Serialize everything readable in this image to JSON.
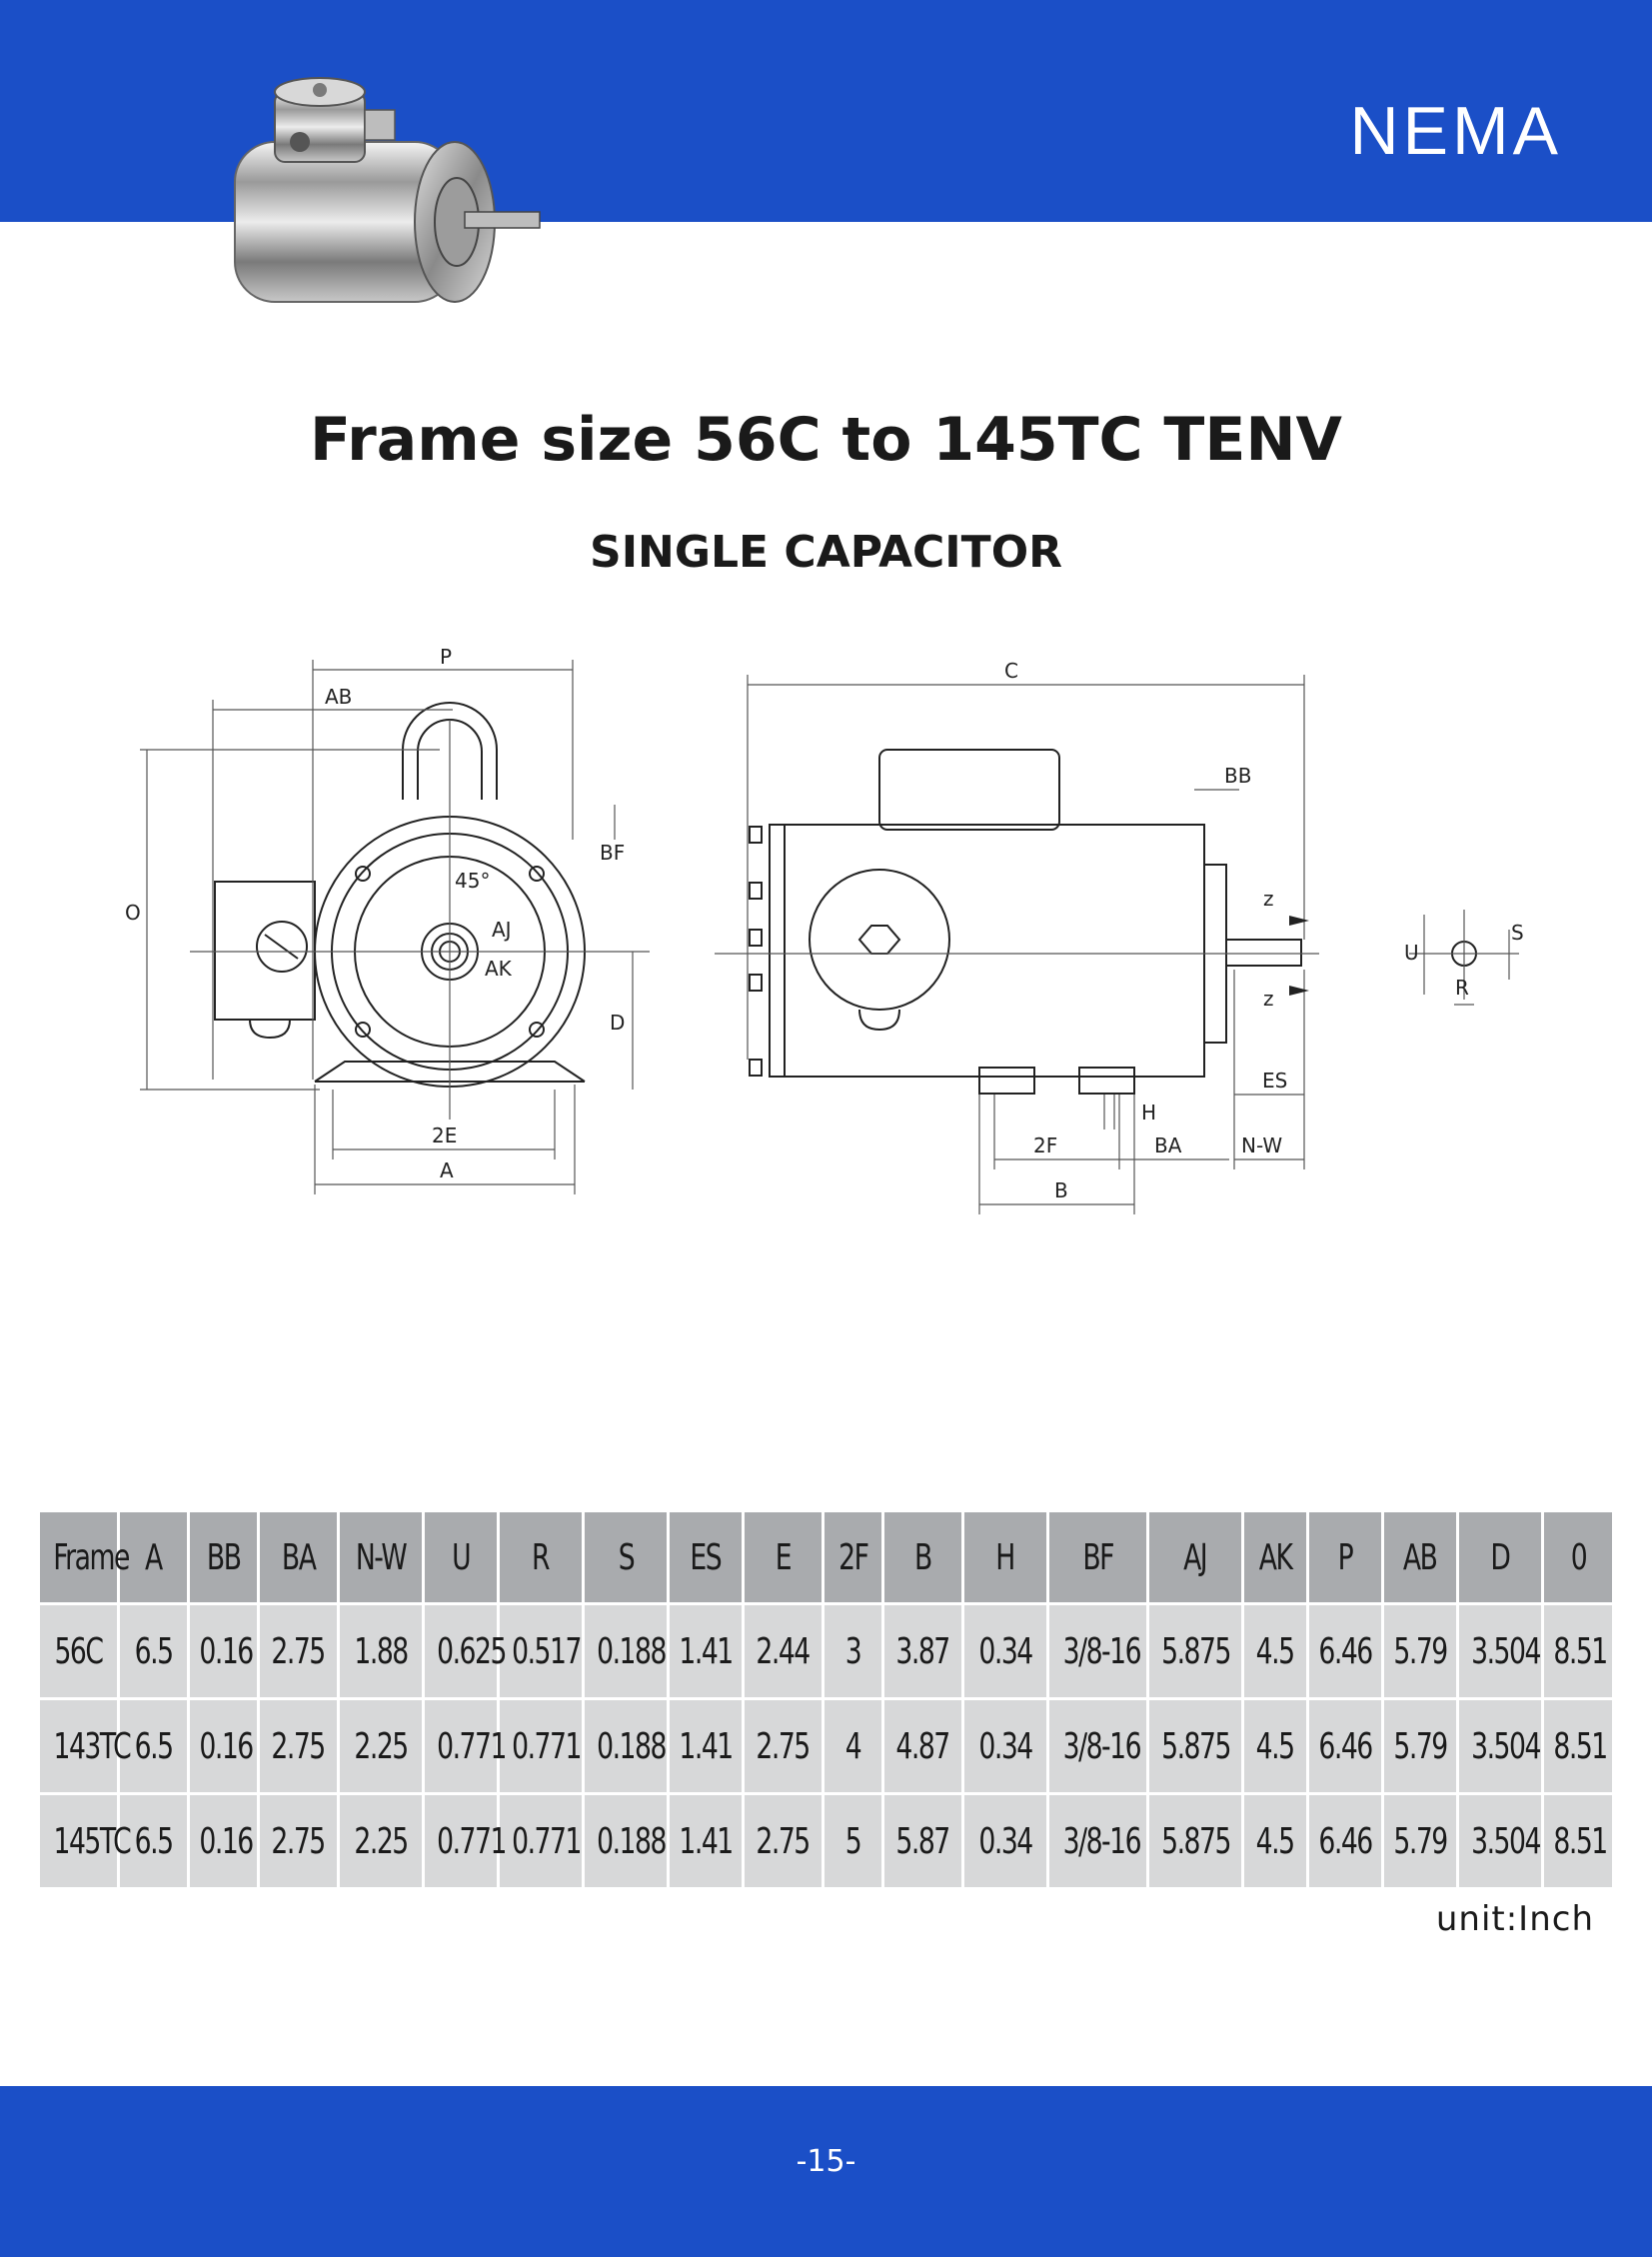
{
  "header": {
    "brand": "NEMA"
  },
  "title": "Frame size 56C to 145TC  TENV",
  "subtitle": "SINGLE CAPACITOR",
  "drawing_labels": {
    "front": {
      "P": "P",
      "AB": "AB",
      "O": "O",
      "BF": "BF",
      "angle": "45°",
      "AJ": "AJ",
      "AK": "AK",
      "D": "D",
      "E2": "2E",
      "A": "A"
    },
    "side": {
      "C": "C",
      "BB": "BB",
      "ES": "ES",
      "H": "H",
      "F2": "2F",
      "BA": "BA",
      "NW": "N-W",
      "B": "B",
      "z1": "z",
      "z2": "z"
    },
    "shaft": {
      "U": "U",
      "S": "S",
      "R": "R"
    }
  },
  "table": {
    "headers": [
      "Frame",
      "A",
      "BB",
      "BA",
      "N-W",
      "U",
      "R",
      "S",
      "ES",
      "E",
      "2F",
      "B",
      "H",
      "BF",
      "AJ",
      "AK",
      "P",
      "AB",
      "D",
      "0"
    ],
    "rows": [
      [
        "56C",
        "6.5",
        "0.16",
        "2.75",
        "1.88",
        "0.625",
        "0.517",
        "0.188",
        "1.41",
        "2.44",
        "3",
        "3.87",
        "0.34",
        "3/8-16",
        "5.875",
        "4.5",
        "6.46",
        "5.79",
        "3.504",
        "8.51"
      ],
      [
        "143TC",
        "6.5",
        "0.16",
        "2.75",
        "2.25",
        "0.771",
        "0.771",
        "0.188",
        "1.41",
        "2.75",
        "4",
        "4.87",
        "0.34",
        "3/8-16",
        "5.875",
        "4.5",
        "6.46",
        "5.79",
        "3.504",
        "8.51"
      ],
      [
        "145TC",
        "6.5",
        "0.16",
        "2.75",
        "2.25",
        "0.771",
        "0.771",
        "0.188",
        "1.41",
        "2.75",
        "5",
        "5.87",
        "0.34",
        "3/8-16",
        "5.875",
        "4.5",
        "6.46",
        "5.79",
        "3.504",
        "8.51"
      ]
    ]
  },
  "unit": "unit:Inch",
  "footer": {
    "page": "-15-"
  }
}
